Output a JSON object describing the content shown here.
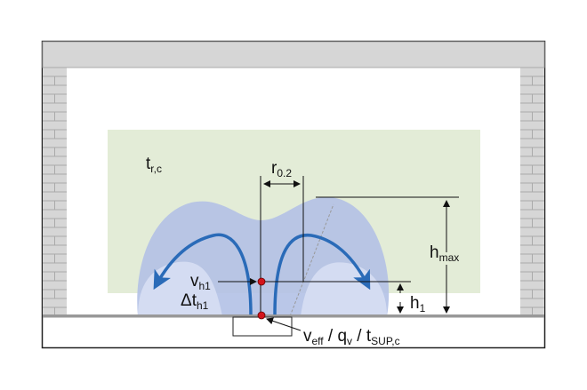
{
  "labels": {
    "room_temp": {
      "main": "t",
      "sub": "r,c"
    },
    "radius": {
      "main": "r",
      "sub": "0.2"
    },
    "hmax": {
      "main": "h",
      "sub": "max"
    },
    "h1": {
      "main": "h",
      "sub": "1"
    },
    "vh1": {
      "main": "v",
      "sub": "h1"
    },
    "dth1": {
      "main": "Δt",
      "sub": "h1"
    },
    "supply": {
      "v": "v",
      "v_sub": "eff",
      "sep1": " / q",
      "q_sub": "v",
      "sep2": " / t",
      "t_sub": "SUP,c"
    }
  },
  "colors": {
    "zone": "#e3ecd7",
    "plume": "#b3c1e6",
    "plume_light": "#d4dcf2",
    "arrow": "#2a6bb8",
    "dot": "#d3141c",
    "wall": "#d6d6d6"
  }
}
